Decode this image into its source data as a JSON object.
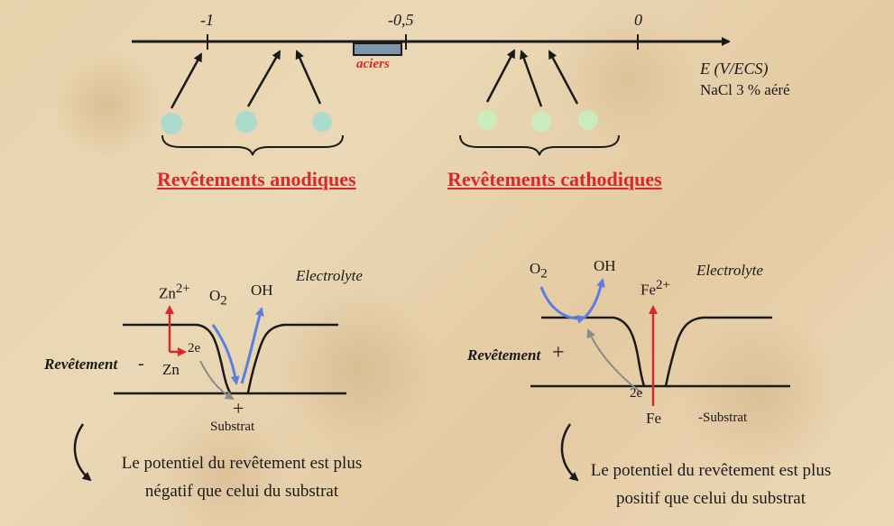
{
  "axis": {
    "ticks": [
      "-1",
      "-0,5",
      "0"
    ],
    "steel_label": "aciers",
    "unit_label": "E (V/ECS)",
    "medium_label": "NaCl 3 % aéré"
  },
  "titles": {
    "anodic": "Revêtements anodiques",
    "cathodic": "Revêtements cathodiques"
  },
  "anodic_panel": {
    "zn_ion": "Zn",
    "zn_ion_charge": "2+",
    "o2": "O",
    "o2_sub": "2",
    "oh": "OH",
    "electrolyte": "Electrolyte",
    "coating": "Revêtement",
    "coating_sign": "-",
    "electrons": "2e",
    "zn": "Zn",
    "plus": "+",
    "substrate": "Substrat",
    "caption_line1": "Le potentiel du revêtement est plus",
    "caption_line2": "négatif que celui du substrat"
  },
  "cathodic_panel": {
    "o2": "O",
    "o2_sub": "2",
    "oh": "OH",
    "electrolyte": "Electrolyte",
    "fe_ion": "Fe",
    "fe_ion_charge": "2+",
    "coating": "Revêtement",
    "coating_sign": "+",
    "electrons": "2e",
    "fe": "Fe",
    "substrate": "Substrat",
    "substrate_sign": "-",
    "caption_line1": "Le potentiel du revêtement est plus",
    "caption_line2": "positif que celui du substrat"
  },
  "colors": {
    "red": "#d8282a",
    "blue": "#5a7fe0",
    "grey_arrow": "#8a8a8a",
    "dot_cyan": "#9fdcd0",
    "dot_green": "#c6eec0"
  }
}
